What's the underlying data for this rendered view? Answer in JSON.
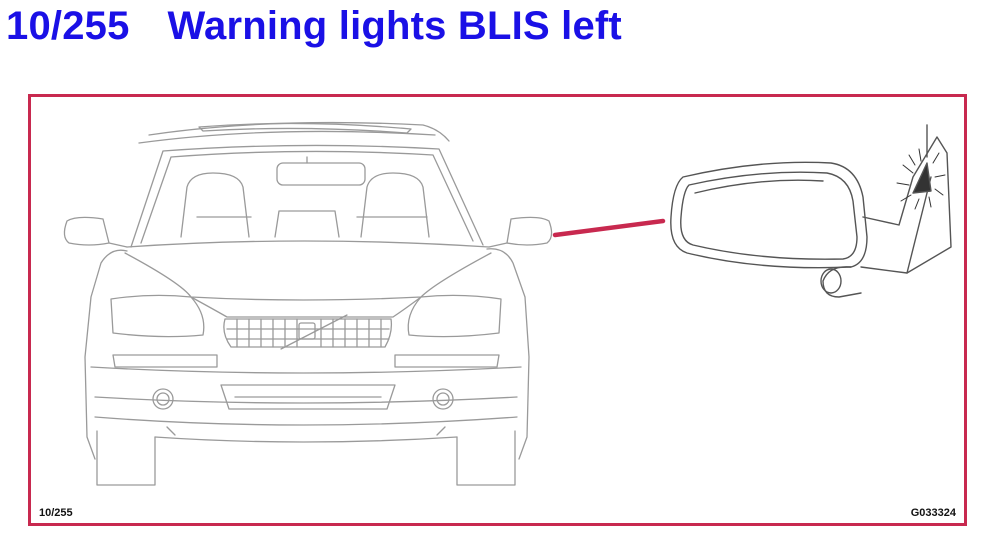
{
  "header": {
    "code": "10/255",
    "title": "Warning lights BLIS left"
  },
  "figure": {
    "page_ref": "10/255",
    "figure_id": "G033324",
    "leader_color": "#c8294f",
    "frame_color": "#c8294f",
    "title_color": "#1a10e6",
    "line_color": "#9a9a9a"
  }
}
